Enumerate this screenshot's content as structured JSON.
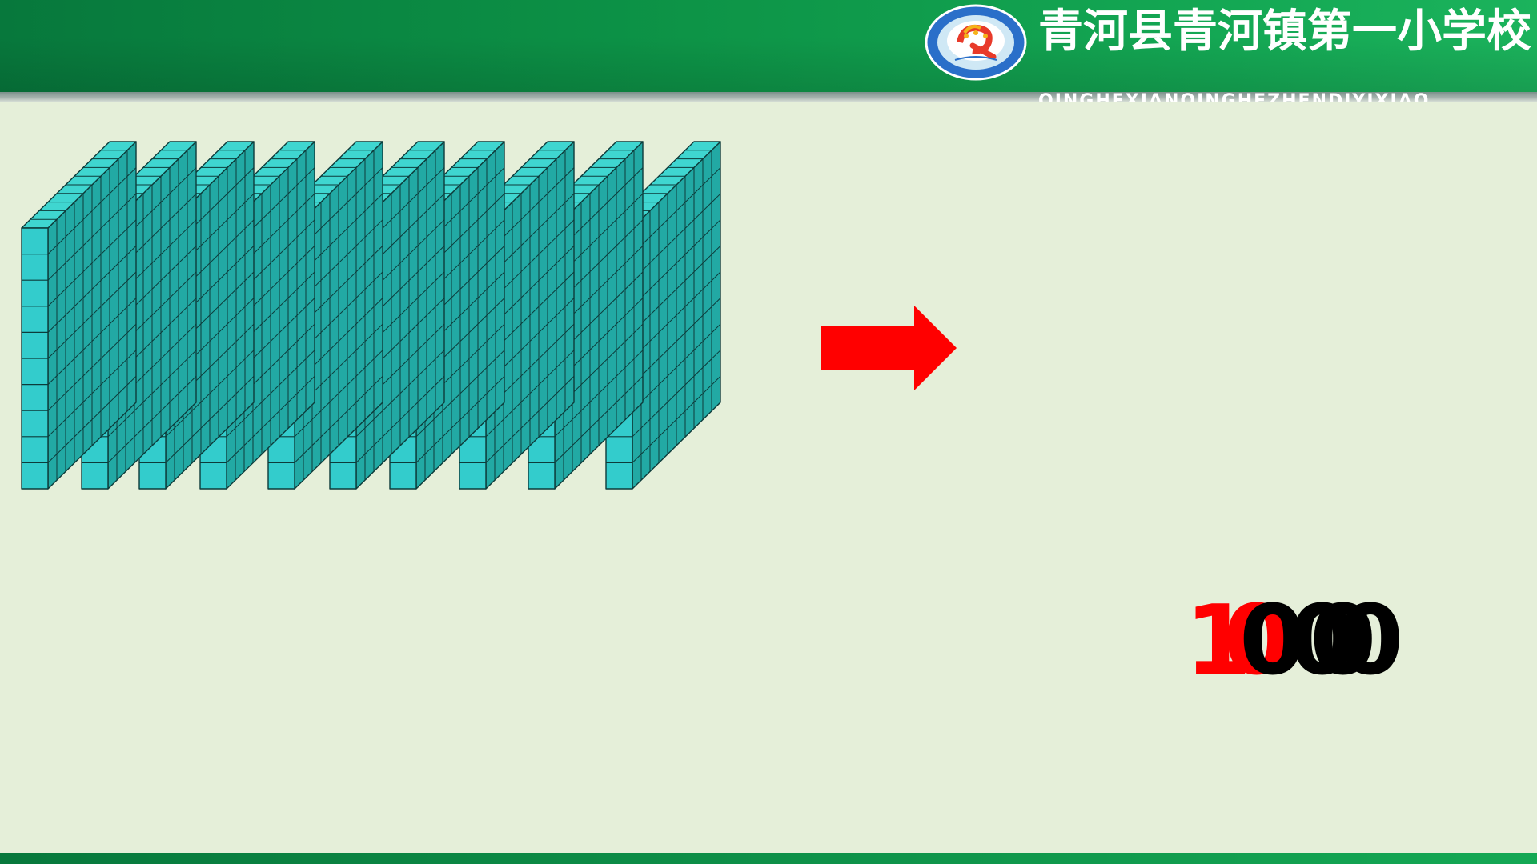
{
  "header": {
    "school_name": "青河县青河镇第一小学校",
    "school_pinyin": "QINGHEXIANQINGHEZHENDIYIXIAO",
    "logo_icon": "school-emblem-icon"
  },
  "main": {
    "block_plates": {
      "count": 10,
      "rows_per_plate": 10,
      "cols_per_plate": 10
    },
    "arrow_icon": "right-arrow-icon",
    "number": {
      "red_digits": [
        "1",
        "0"
      ],
      "black_digits": [
        "0",
        "0",
        "0",
        "0"
      ]
    }
  },
  "colors": {
    "header_green": "#0d9447",
    "cube_face": "#33cccc",
    "cube_top": "#3fd6d0",
    "cube_side": "#22a9a4",
    "arrow": "#ff0000",
    "background": "#e5efd9"
  }
}
